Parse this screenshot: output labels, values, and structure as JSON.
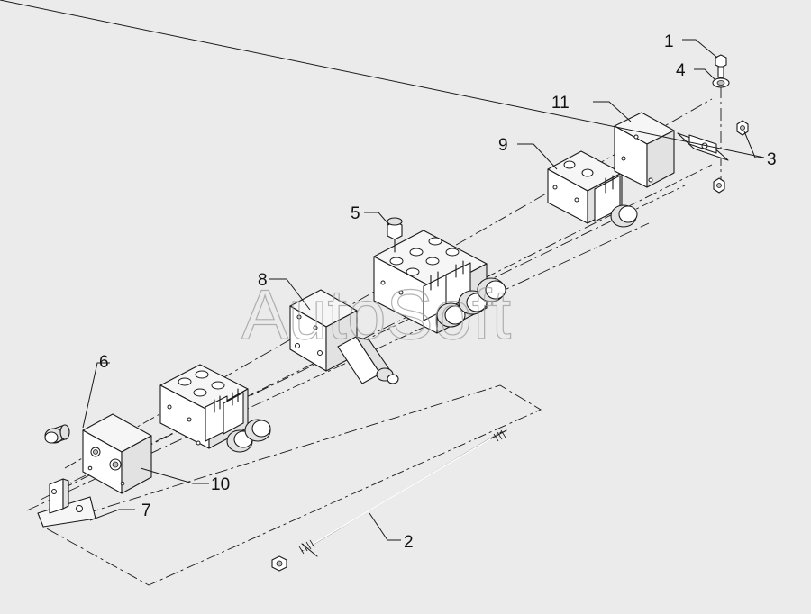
{
  "watermark": "AutoSoft",
  "callouts": {
    "c1": "1",
    "c2": "2",
    "c3": "3",
    "c4": "4",
    "c5": "5",
    "c6": "6",
    "c7": "7",
    "c8": "8",
    "c9": "9",
    "c10": "10",
    "c11": "11"
  }
}
